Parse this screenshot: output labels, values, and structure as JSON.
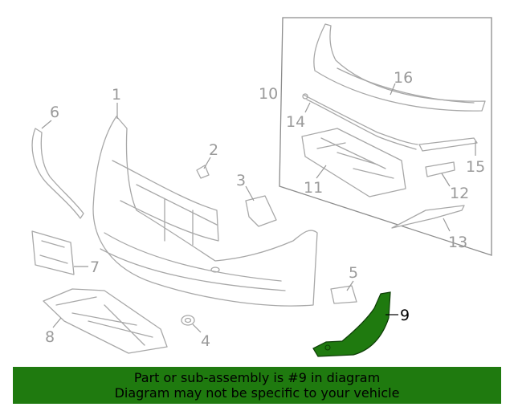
{
  "callouts": {
    "c1": "1",
    "c2": "2",
    "c3": "3",
    "c4": "4",
    "c5": "5",
    "c6": "6",
    "c7": "7",
    "c8": "8",
    "c9": "9",
    "c10": "10",
    "c11": "11",
    "c12": "12",
    "c13": "13",
    "c14": "14",
    "c15": "15",
    "c16": "16"
  },
  "highlight_color": "#1f7a0f",
  "banner": {
    "line1": "Part or sub-assembly is #9 in diagram",
    "line2": "Diagram may not be specific to your vehicle",
    "background": "#1f7a0f"
  }
}
